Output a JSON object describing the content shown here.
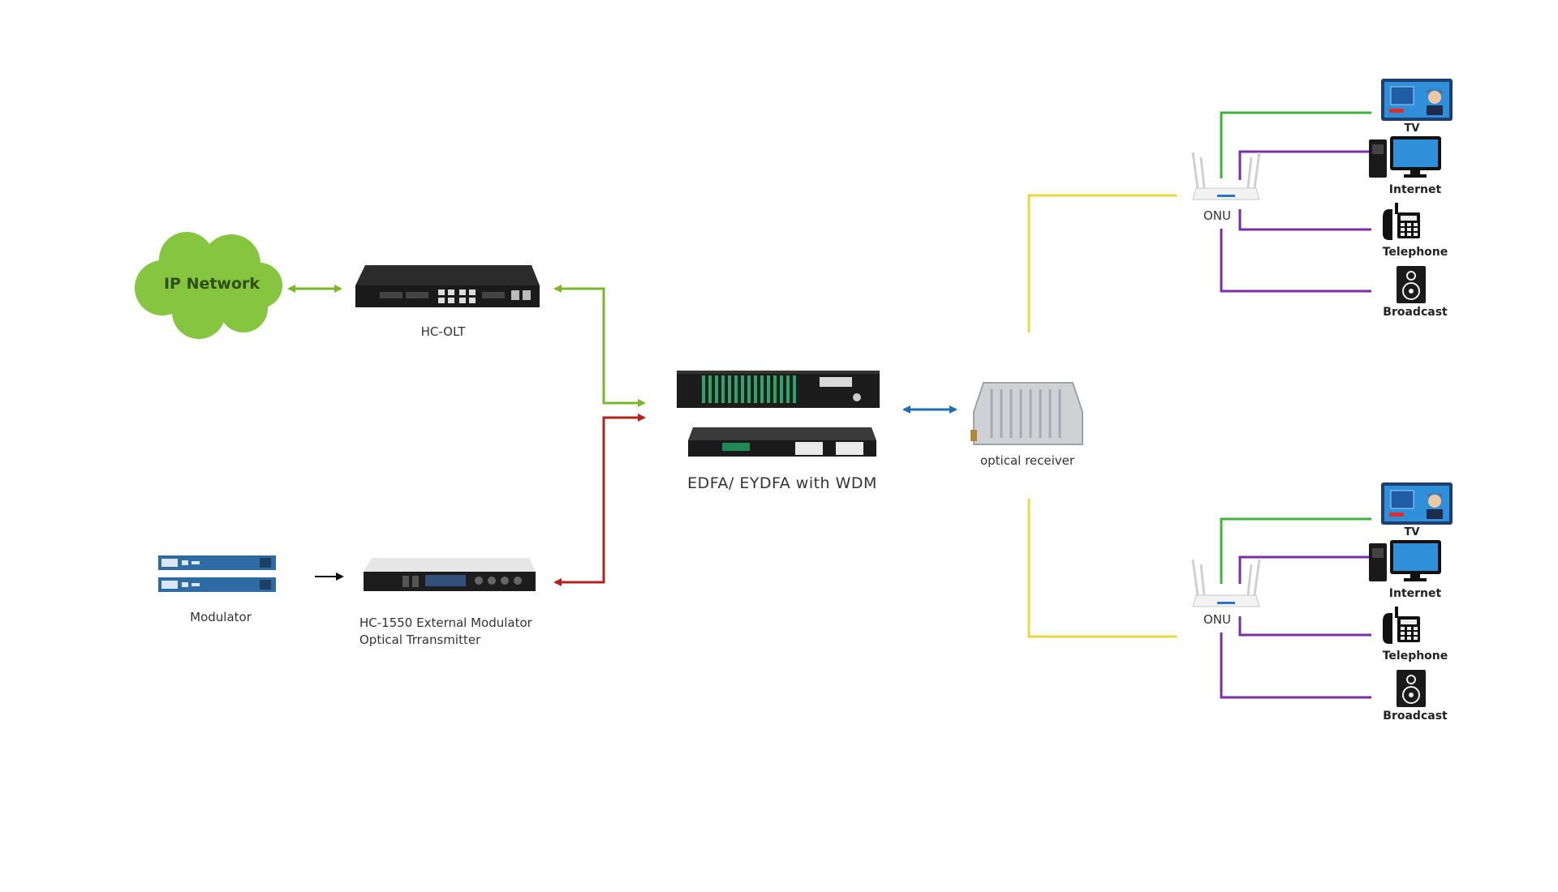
{
  "labels": {
    "ip_network": "IP Network",
    "hc_olt": "HC-OLT",
    "modulator": "Modulator",
    "transmitter_line1": "HC-1550 External Modulator",
    "transmitter_line2": "Optical Trransmitter",
    "edfa": "EDFA/ EYDFA with WDM",
    "optical_receiver": "optical receiver",
    "onu": "ONU",
    "tv": "TV",
    "internet": "Internet",
    "telephone": "Telephone",
    "broadcast": "Broadcast"
  },
  "colors": {
    "green": "#7ab829",
    "red": "#b3231e",
    "blue": "#1f6db4",
    "yellow": "#e8d840",
    "onu_green": "#3db33b",
    "purple": "#7a2ea8",
    "cloud": "#86c540",
    "modulator_blue": "#2e6aa3"
  },
  "icons": [
    "cloud-icon",
    "olt-device-icon",
    "modulator-icon",
    "transmitter-device-icon",
    "edfa-device-icon",
    "optical-receiver-icon",
    "router-icon",
    "tv-icon",
    "computer-icon",
    "telephone-icon",
    "speaker-icon"
  ]
}
